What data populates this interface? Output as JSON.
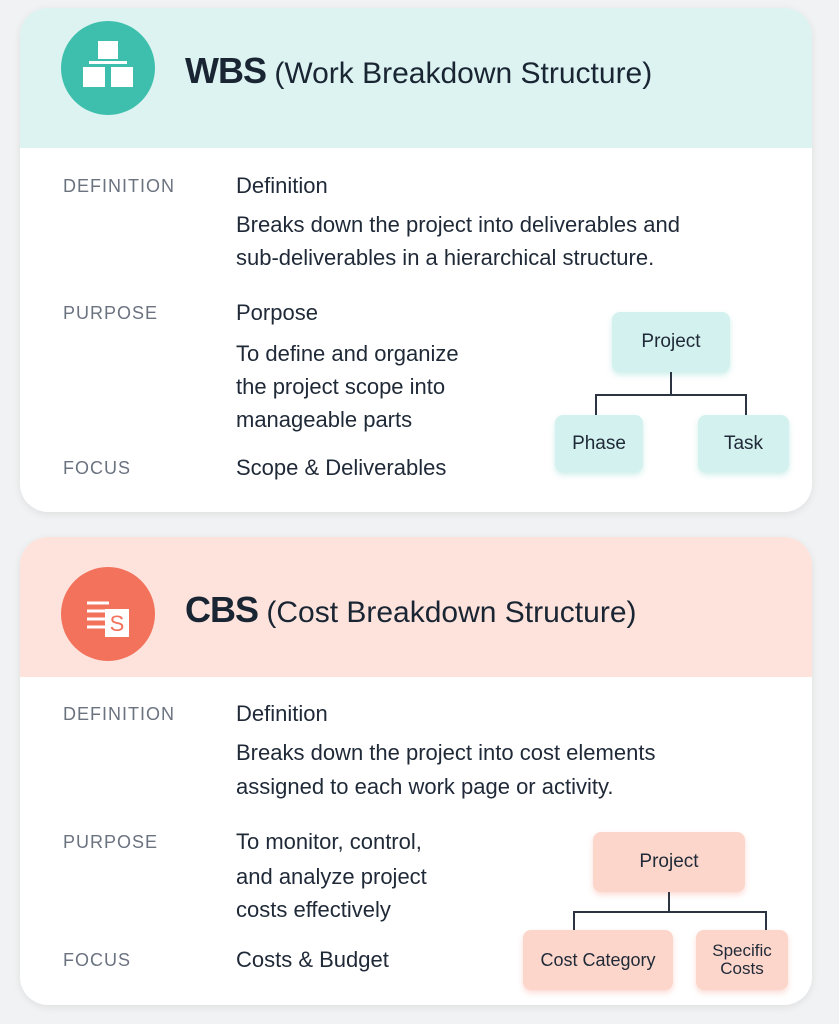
{
  "cards": [
    {
      "title_abbr": "WBS",
      "title_rest": " (Work Breakdown Structure)",
      "icon": "hierarchy-icon",
      "definition_label": "DEFINITION",
      "definition_heading": "Definition",
      "definition_lines": [
        "Breaks down the project into deliverables and",
        "sub-deliverables in a hierarchical structure."
      ],
      "purpose_label": "PURPOSE",
      "purpose_heading": "Porpose",
      "purpose_lines": [
        "To define and organize",
        "the project scope into",
        "manageable parts"
      ],
      "focus_label": "FOCUS",
      "focus_value": "Scope & Deliverables",
      "diagram": {
        "root": "Project",
        "children": [
          "Phase",
          "Task"
        ]
      },
      "color": "#3ebfae"
    },
    {
      "title_abbr": "CBS",
      "title_rest": " (Cost Breakdown Structure)",
      "icon": "coins-dollar-icon",
      "definition_label": "DEFINITION",
      "definition_heading": "Definition",
      "definition_lines": [
        "Breaks down the project into cost elements",
        "assigned to each work page or activity."
      ],
      "purpose_label": "PURPOSE",
      "purpose_lines": [
        "To monitor, control,",
        "and analyze project",
        "costs effectively"
      ],
      "focus_label": "FOCUS",
      "focus_value": "Costs & Budget",
      "diagram": {
        "root": "Project",
        "children": [
          "Cost Category",
          "Specific Costs"
        ]
      },
      "color": "#f2725b"
    }
  ]
}
